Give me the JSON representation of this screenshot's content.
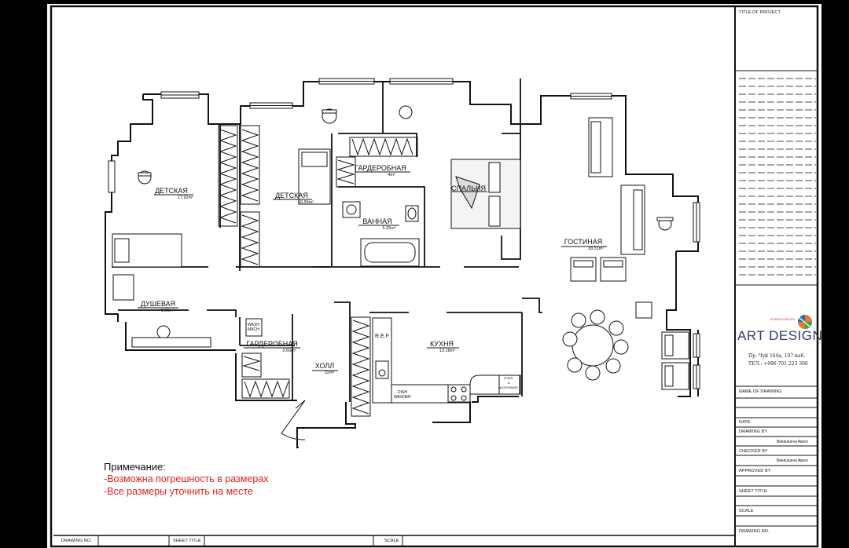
{
  "title_block": {
    "title_of_project": "TITLE OF PROJECT",
    "name_of_drawing": "NAME OF DRAWING",
    "date": "DATE",
    "drawing_by": "DRAWING BY",
    "drawing_by_value": "Bekkulueva Aiperi",
    "checked_by": "CHECKED BY",
    "checked_by_value": "Bekkulueva Aiperi",
    "approved_by": "APPROVED BY",
    "sheet_title": "SHEET TITLE",
    "scale": "SCALE",
    "drawing_no": "DRAWING NO."
  },
  "bottom_strip": {
    "drawing_no": "DRAWING NO.",
    "sheet_title": "SHEET TITLE",
    "scale": "SCALE"
  },
  "company": {
    "logo_text": "ART DESIGN",
    "logo_tag": "INTERIOR DESIGN",
    "address": "Пр. Чуй 164а, 107-каб.",
    "phone": "ТЕЛ.: +996 701 223 306"
  },
  "rooms": [
    {
      "name": "ДЕТСКАЯ",
      "area": "17.92m²"
    },
    {
      "name": "ДЕТСКАЯ",
      "area": "16.56m²"
    },
    {
      "name": "ГАРДЕРОБНАЯ",
      "area": "4m²"
    },
    {
      "name": "СПАЛЬНЯ",
      "area": ""
    },
    {
      "name": "ВАННАЯ",
      "area": "5.25m²"
    },
    {
      "name": "ГОСТИНАЯ",
      "area": "38.31m²"
    },
    {
      "name": "ДУШЕВАЯ",
      "area": "6.90m²"
    },
    {
      "name": "ГАРДЕРОБНАЯ",
      "area": "3.60m²"
    },
    {
      "name": "ХОЛЛ",
      "area": "22m²"
    },
    {
      "name": "КУХНЯ",
      "area": "13.18m²"
    }
  ],
  "fixtures": {
    "ref": "R.E.F",
    "wash_1": "WASH.",
    "wash_2": "MACH.",
    "dish_1": "DISH",
    "dish_2": "WASHER",
    "oven_1": "OVEN",
    "oven_2": "&",
    "oven_3": "MICROWAVE"
  },
  "note": {
    "heading": "Примечание:",
    "line1": "-Возможна погрешность в размерах",
    "line2": "-Все размеры уточнить на месте"
  },
  "colors": {
    "note_red": "#e41e1e",
    "ink": "#111111",
    "paper": "#ffffff",
    "logo_blue": "#2e3a6a"
  }
}
